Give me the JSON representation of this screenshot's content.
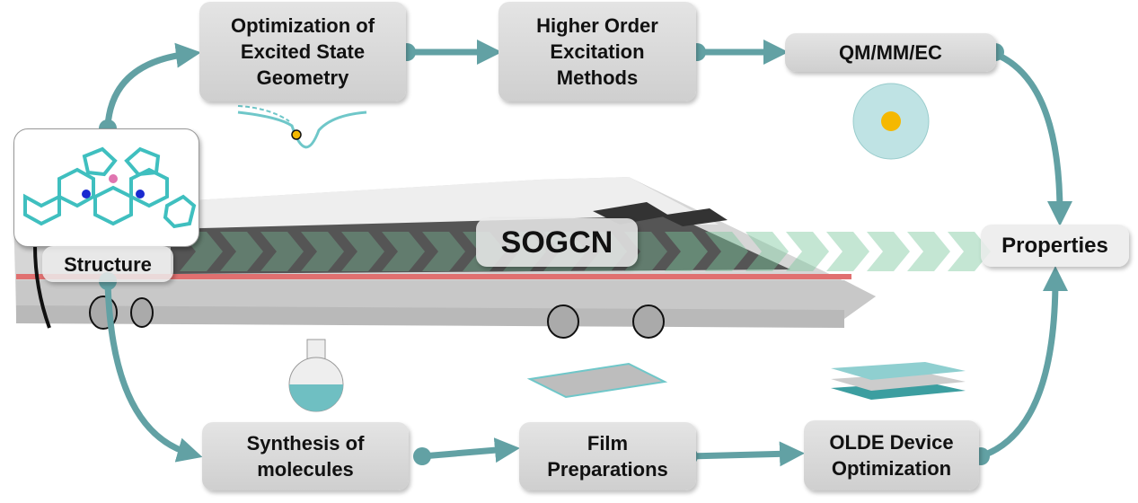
{
  "title": "SOGCN",
  "nodes": {
    "structure": "Structure",
    "opt_geometry": "Optimization of\nExcited State\nGeometry",
    "higher_order": "Higher Order\nExcitation\nMethods",
    "qmmm": "QM/MM/EC",
    "properties": "Properties",
    "synthesis": "Synthesis of\nmolecules",
    "film": "Film\nPreparations",
    "olde": "OLDE Device\nOptimization"
  },
  "colors": {
    "arrow": "#62a1a4",
    "accent": "#6fc7c9",
    "dot": "#f5b800",
    "chevron": "#7cc79e"
  }
}
